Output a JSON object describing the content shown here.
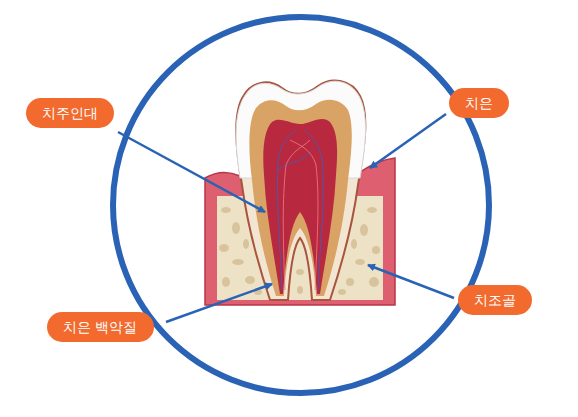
{
  "diagram": {
    "nodes": [
      {
        "text": [
          "치주인대"
        ]
      },
      {
        "text": [
          "치은"
        ]
      },
      {
        "text": [
          "치은 백악질"
        ]
      },
      {
        "text": [
          "치조골"
        ]
      }
    ]
  }
}
